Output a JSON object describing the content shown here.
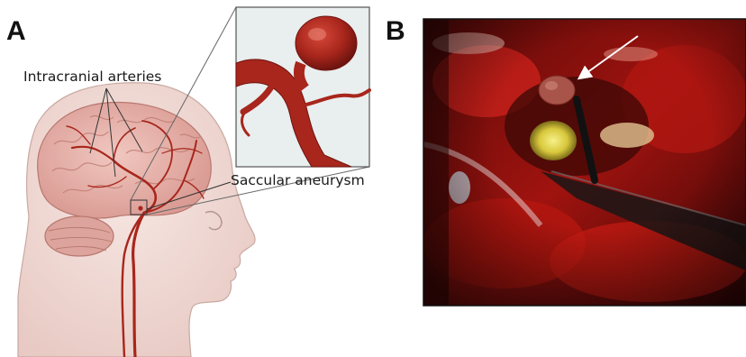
{
  "panels": {
    "a": {
      "letter": "A"
    },
    "b": {
      "letter": "B"
    }
  },
  "labels": {
    "intracranial_arteries": "Intracranial arteries",
    "saccular_aneurysm": "Saccular aneurysm"
  },
  "colors": {
    "artery": "#a8261c",
    "brain": "#e7b1aa",
    "skin": "#f2dcd7",
    "inset_bg": "#e9eeee",
    "surgical_field": "#9c0f0b",
    "pointer_arrow": "#ffffff"
  },
  "icons": {
    "head_illustration": "head-profile-with-brain",
    "inset": "aneurysm-close-up",
    "photo": "intraoperative-photo",
    "arrow": "arrow-icon"
  }
}
